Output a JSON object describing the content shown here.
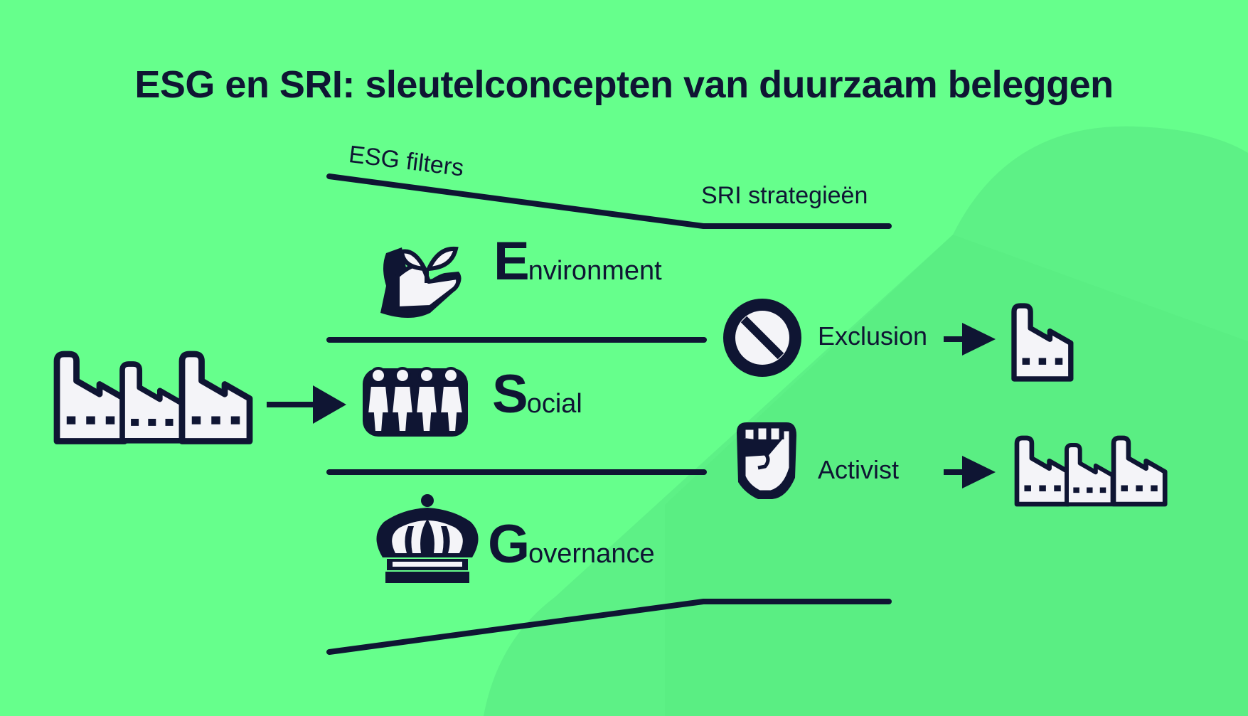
{
  "title": "ESG en SRI: sleutelconcepten van duurzaam beleggen",
  "labels": {
    "esg_filters": "ESG filters",
    "sri_strategies": "SRI strategieën"
  },
  "pillars": [
    {
      "initial": "E",
      "rest": "nvironment",
      "icon": "plant-in-hand-icon"
    },
    {
      "initial": "S",
      "rest": "ocial",
      "icon": "people-group-icon"
    },
    {
      "initial": "G",
      "rest": "overnance",
      "icon": "crown-icon"
    }
  ],
  "strategies": [
    {
      "label": "Exclusion",
      "icon": "prohibited-icon",
      "result_icon": "single-factory-icon"
    },
    {
      "label": "Activist",
      "icon": "raised-fist-icon",
      "result_icon": "factory-group-icon"
    }
  ],
  "colors": {
    "background": "#66ff8c",
    "background_shape": "#5cf184",
    "ink": "#0f1533",
    "icon_fill": "#f4f4f8"
  }
}
